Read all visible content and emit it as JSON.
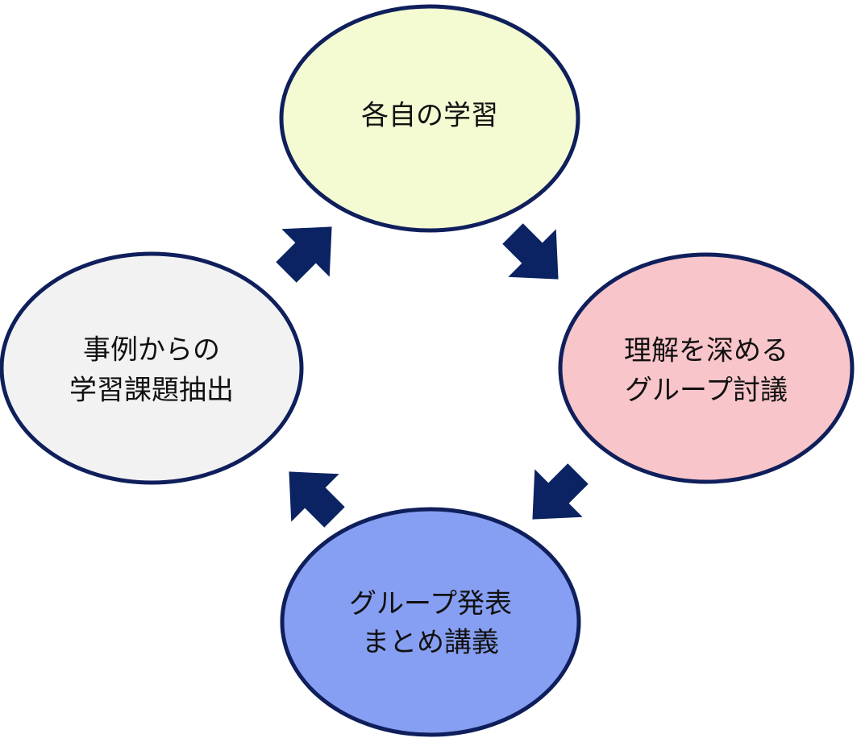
{
  "colors": {
    "outline": "#0f1f5c",
    "arrow": "#0b2362"
  },
  "nodes": [
    {
      "id": "self-study",
      "lines": [
        "各自の学習"
      ],
      "fill": "#f4fad2"
    },
    {
      "id": "group-discussion",
      "lines": [
        "理解を深める",
        "グループ討議"
      ],
      "fill": "#f8c5ca"
    },
    {
      "id": "group-presentation",
      "lines": [
        "グループ発表",
        "まとめ講義"
      ],
      "fill": "#879ff2"
    },
    {
      "id": "case-extraction",
      "lines": [
        "事例からの",
        "学習課題抽出"
      ],
      "fill": "#f2f2f2"
    }
  ],
  "arrows": [
    {
      "from": "self-study",
      "to": "group-discussion",
      "direction": "down-right"
    },
    {
      "from": "group-discussion",
      "to": "group-presentation",
      "direction": "down-left"
    },
    {
      "from": "group-presentation",
      "to": "case-extraction",
      "direction": "up-left"
    },
    {
      "from": "case-extraction",
      "to": "self-study",
      "direction": "up-right"
    }
  ]
}
